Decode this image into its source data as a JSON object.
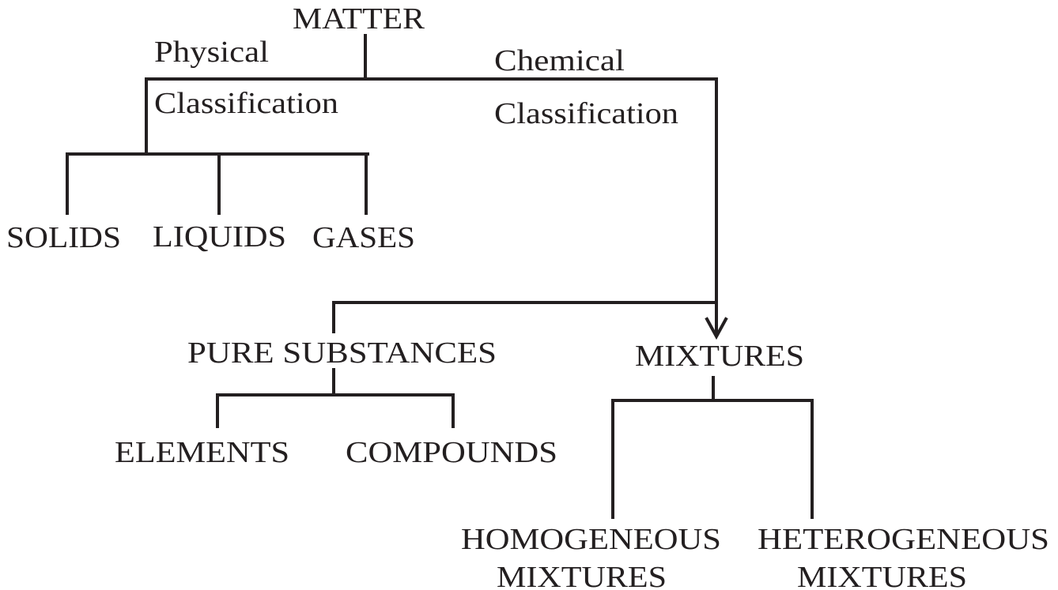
{
  "root": "MATTER",
  "physical": {
    "label_line1": "Physical",
    "label_line2": "Classification",
    "children": [
      "SOLIDS",
      "LIQUIDS",
      "GASES"
    ]
  },
  "chemical": {
    "label_line1": "Chemical",
    "label_line2": "Classification",
    "pure": {
      "label": "PURE SUBSTANCES",
      "children": [
        "ELEMENTS",
        "COMPOUNDS"
      ]
    },
    "mixtures": {
      "label": "MIXTURES",
      "children": [
        {
          "line1": "HOMOGENEOUS",
          "line2": "MIXTURES"
        },
        {
          "line1": "HETEROGENEOUS",
          "line2": "MIXTURES"
        }
      ]
    }
  },
  "colors": {
    "ink": "#231f20",
    "background": "#ffffff"
  }
}
